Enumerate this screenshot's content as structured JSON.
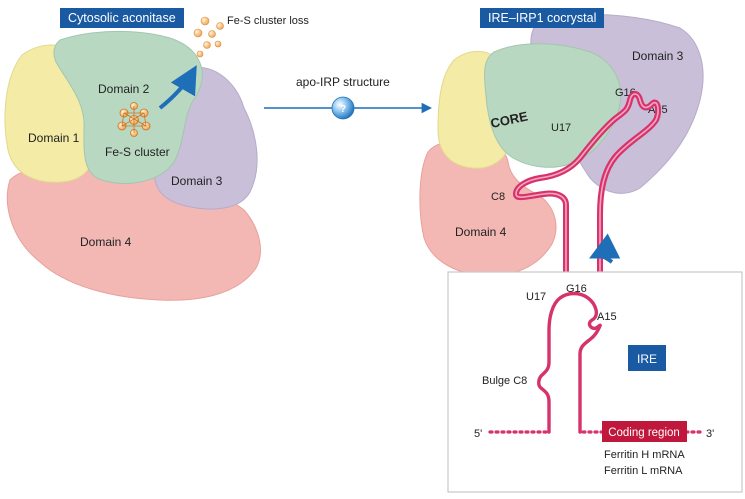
{
  "left": {
    "header": "Cytosolic aconitase",
    "cluster_loss": "Fe-S cluster loss",
    "domain1": "Domain 1",
    "domain2": "Domain 2",
    "domain3": "Domain 3",
    "domain4": "Domain 4",
    "cluster": "Fe-S cluster"
  },
  "middle": {
    "label": "apo-IRP structure",
    "button_symbol": "?"
  },
  "right": {
    "header": "IRE–IRP1 cocrystal",
    "domain3": "Domain 3",
    "domain4": "Domain 4",
    "core": "CORE",
    "g16": "G16",
    "a15": "A15",
    "u17": "U17",
    "c8": "C8"
  },
  "inset": {
    "u17": "U17",
    "g16": "G16",
    "a15": "A15",
    "ire": "IRE",
    "bulge": "Bulge C8",
    "five_prime": "5'",
    "three_prime": "3'",
    "coding_region": "Coding region",
    "ferritin_h": "Ferritin H mRNA",
    "ferritin_l": "Ferritin L mRNA"
  },
  "colors": {
    "header_blue": "#1a5aa3",
    "rna_pink": "#d6336c",
    "domain1": "#f3eba6",
    "domain2": "#b9d8c2",
    "domain3": "#c9bfd8",
    "domain4": "#f4b8b4",
    "coding_red": "#c0183c"
  }
}
